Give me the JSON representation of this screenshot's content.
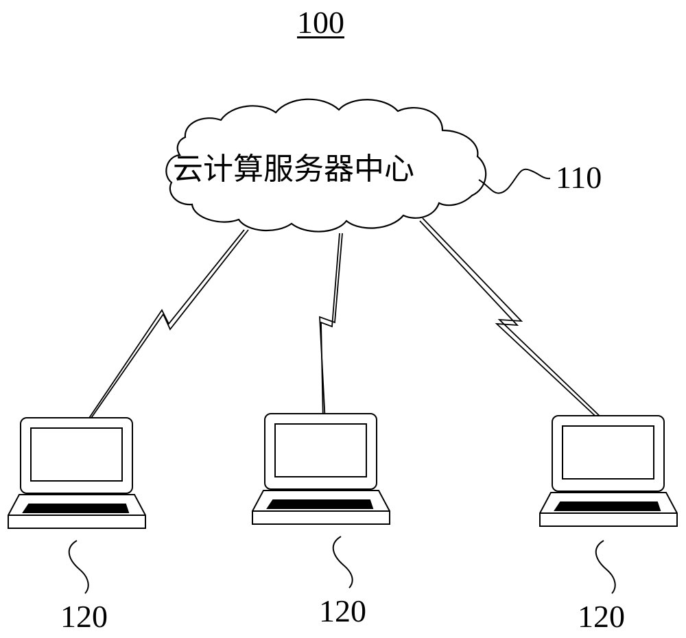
{
  "figure": {
    "number": "100",
    "cloud": {
      "text": "云计算服务器中心",
      "ref": "110"
    },
    "terminals": [
      {
        "ref": "120"
      },
      {
        "ref": "120"
      },
      {
        "ref": "120"
      }
    ]
  }
}
